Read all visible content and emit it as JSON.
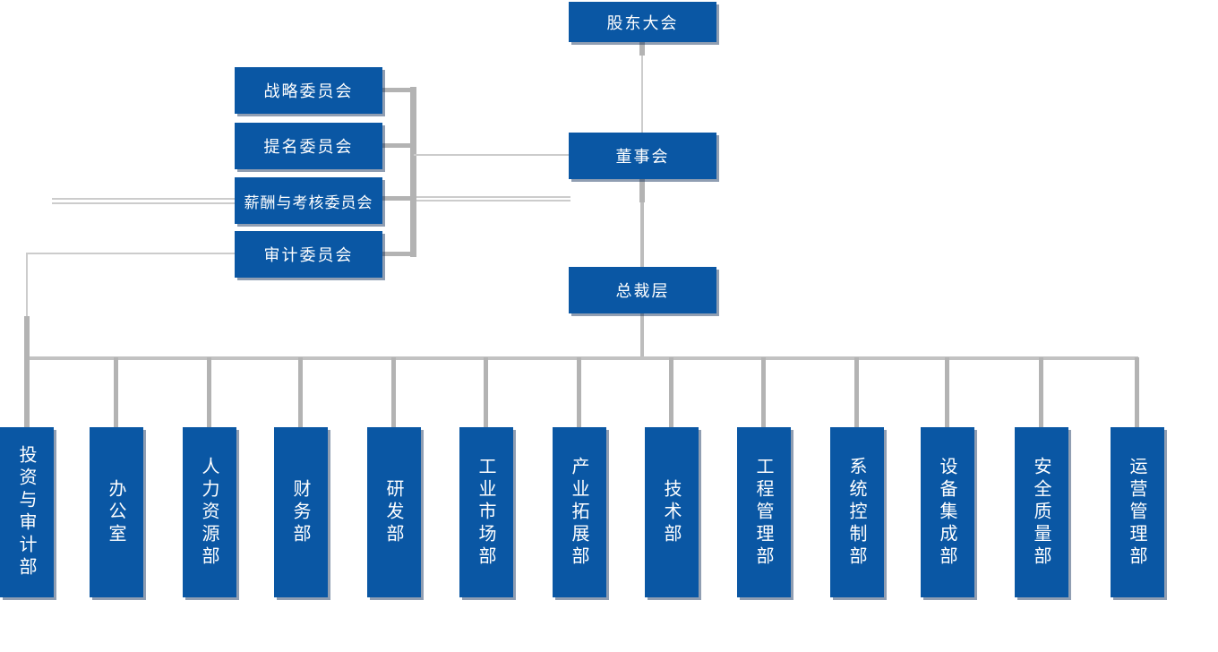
{
  "org_chart": {
    "type": "organization-chart",
    "root": {
      "label": "股东大会"
    },
    "board": {
      "label": "董事会"
    },
    "executive": {
      "label": "总裁层"
    },
    "committees": [
      {
        "label": "战略委员会"
      },
      {
        "label": "提名委员会"
      },
      {
        "label": "薪酬与考核委员会"
      },
      {
        "label": "审计委员会"
      }
    ],
    "departments": [
      {
        "label": "投资与审计部"
      },
      {
        "label": "办公室"
      },
      {
        "label": "人力资源部"
      },
      {
        "label": "财务部"
      },
      {
        "label": "研发部"
      },
      {
        "label": "工业市场部"
      },
      {
        "label": "产业拓展部"
      },
      {
        "label": "技术部"
      },
      {
        "label": "工程管理部"
      },
      {
        "label": "系统控制部"
      },
      {
        "label": "设备集成部"
      },
      {
        "label": "安全质量部"
      },
      {
        "label": "运营管理部"
      }
    ],
    "colors": {
      "node_fill": "#0a57a4",
      "node_text": "#ffffff",
      "connector": "#bdbdbd"
    }
  }
}
